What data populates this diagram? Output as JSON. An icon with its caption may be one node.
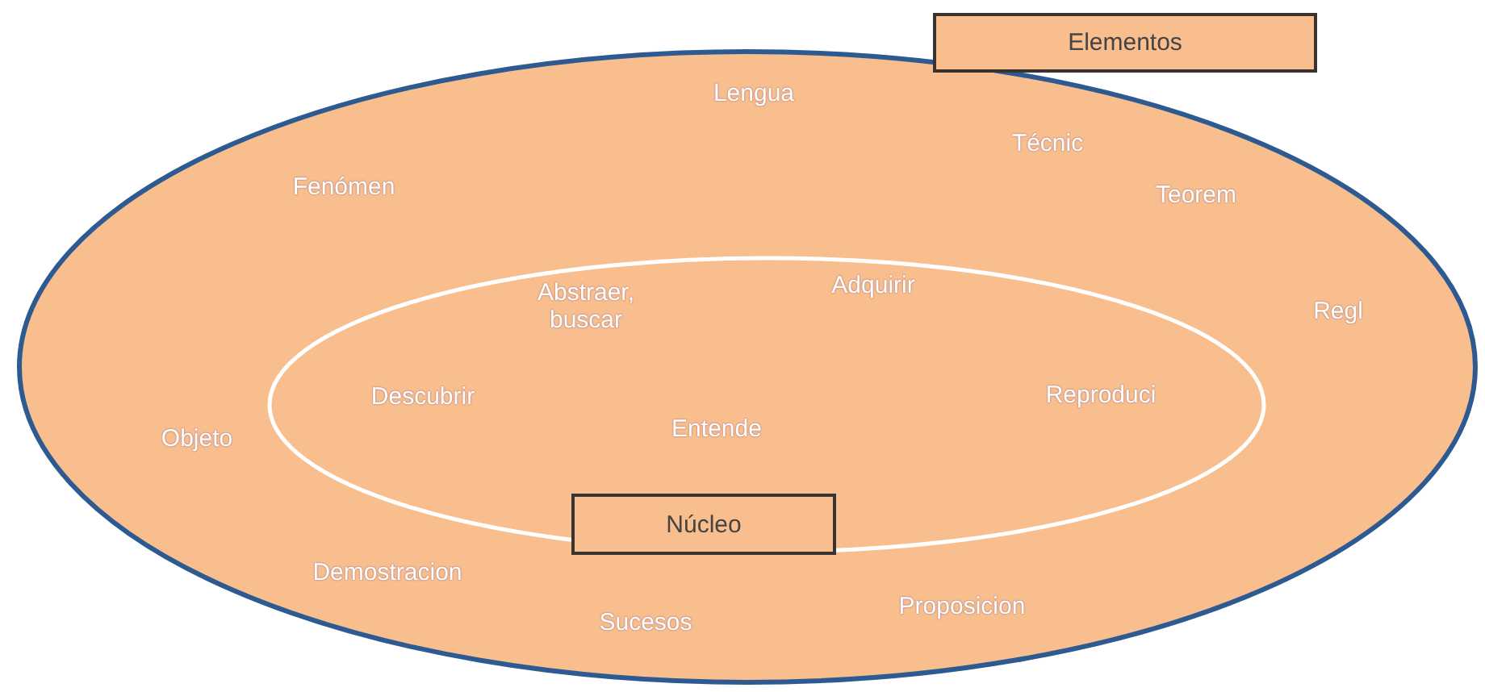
{
  "diagram": {
    "nodes": [
      {
        "text": [],
        "shape": "ellipse"
      },
      {
        "text": [
          "Elementos"
        ]
      },
      {
        "text": [],
        "shape": "ellipse",
        "in": 0
      },
      {
        "text": [
          "Núcleo"
        ],
        "in": 2
      }
    ],
    "labels": [
      "Lengua",
      "Técnic",
      "Fenómen",
      "Teorem",
      "Regl",
      "Abstraer, buscar",
      "Adquirir",
      "Descubrir",
      "Reproduci",
      "Objeto",
      "Entende",
      "Demostracion",
      "Proposicion",
      "Sucesos"
    ]
  }
}
